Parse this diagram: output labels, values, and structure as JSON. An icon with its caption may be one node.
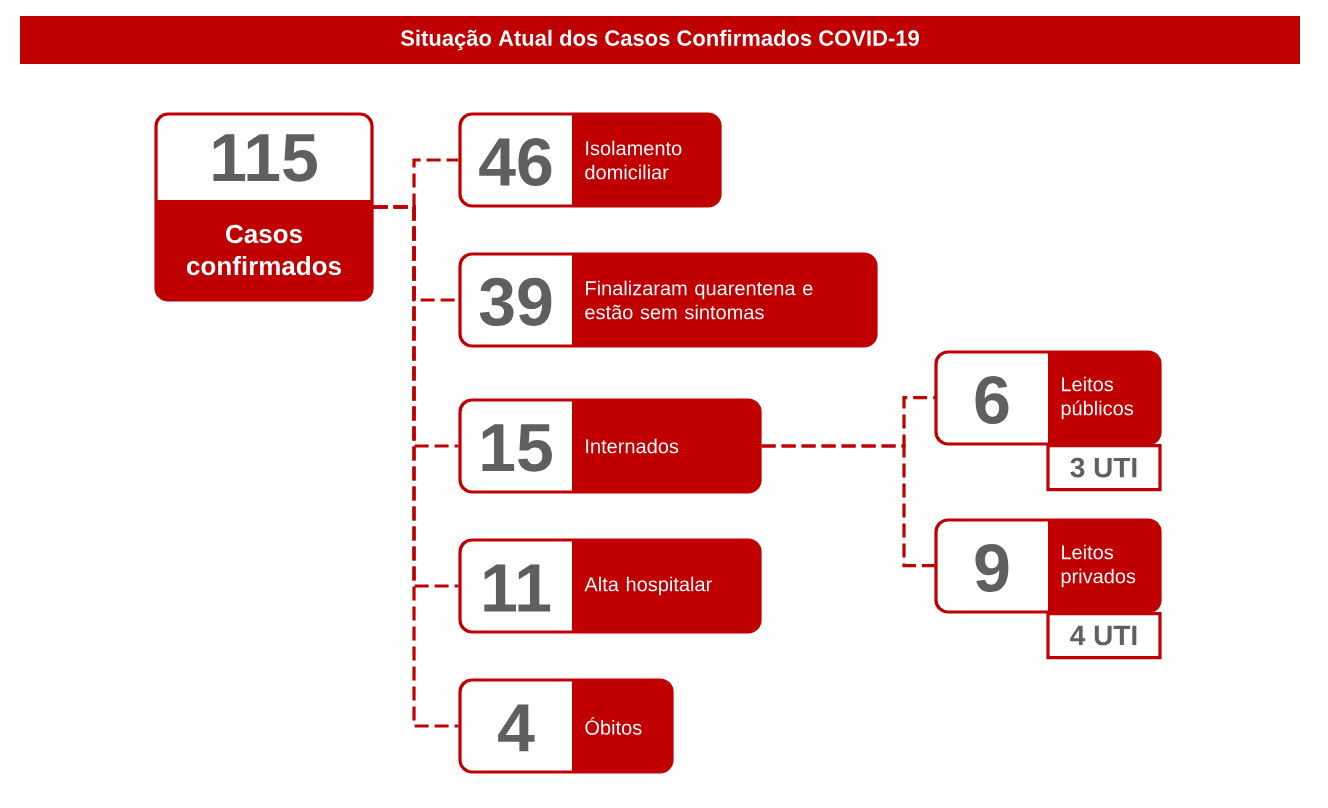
{
  "diagram": {
    "title": "Situação Atual dos Casos Confirmados COVID-19",
    "nodes": [
      {
        "text": [
          "115",
          "Casos confirmados"
        ]
      },
      {
        "text": [
          "46",
          "Isolamento domiciliar"
        ]
      },
      {
        "text": [
          "39",
          "Finalizaram quarentena e estão sem sintomas"
        ]
      },
      {
        "text": [
          "15",
          "Internados"
        ]
      },
      {
        "text": [
          "11",
          "Alta hospitalar"
        ]
      },
      {
        "text": [
          "4",
          "Óbitos"
        ]
      },
      {
        "text": [
          "6",
          "Leitos públicos",
          "3 UTI"
        ]
      },
      {
        "text": [
          "9",
          "Leitos privados",
          "4 UTI"
        ]
      }
    ],
    "edges": [
      {
        "from": 0,
        "to": 1,
        "arrow": "none",
        "style": "dashed"
      },
      {
        "from": 0,
        "to": 2,
        "arrow": "none",
        "style": "dashed"
      },
      {
        "from": 0,
        "to": 3,
        "arrow": "none",
        "style": "dashed"
      },
      {
        "from": 0,
        "to": 4,
        "arrow": "none",
        "style": "dashed"
      },
      {
        "from": 0,
        "to": 5,
        "arrow": "none",
        "style": "dashed"
      },
      {
        "from": 3,
        "to": 6,
        "arrow": "none",
        "style": "dashed"
      },
      {
        "from": 3,
        "to": 7,
        "arrow": "none",
        "style": "dashed"
      }
    ]
  }
}
